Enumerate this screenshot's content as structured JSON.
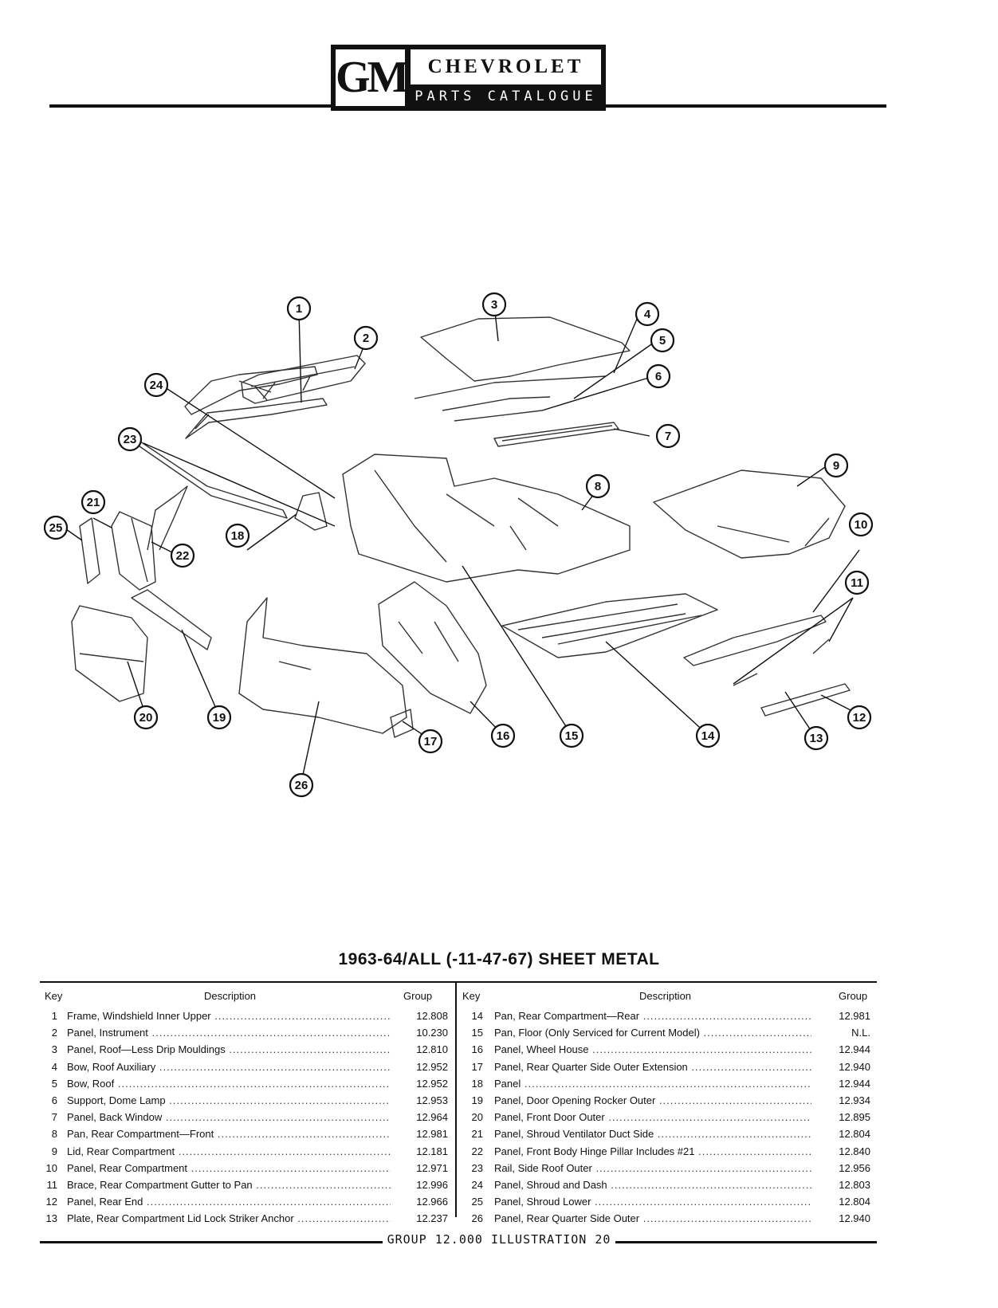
{
  "header": {
    "logo_gm": "GM",
    "brand": "CHEVROLET",
    "subtitle": "PARTS CATALOGUE"
  },
  "diagram": {
    "callouts": [
      "1",
      "2",
      "3",
      "4",
      "5",
      "6",
      "7",
      "8",
      "9",
      "10",
      "11",
      "12",
      "13",
      "14",
      "15",
      "16",
      "17",
      "18",
      "19",
      "20",
      "21",
      "22",
      "23",
      "24",
      "25",
      "26"
    ]
  },
  "title": "1963-64/ALL (-11-47-67) SHEET METAL",
  "table": {
    "headers": {
      "key": "Key",
      "description": "Description",
      "group": "Group"
    },
    "left": [
      {
        "key": "1",
        "description": "Frame, Windshield Inner Upper",
        "group": "12.808"
      },
      {
        "key": "2",
        "description": "Panel, Instrument",
        "group": "10.230"
      },
      {
        "key": "3",
        "description": "Panel, Roof—Less Drip Mouldings",
        "group": "12.810"
      },
      {
        "key": "4",
        "description": "Bow, Roof Auxiliary",
        "group": "12.952"
      },
      {
        "key": "5",
        "description": "Bow, Roof",
        "group": "12.952"
      },
      {
        "key": "6",
        "description": "Support, Dome Lamp",
        "group": "12.953"
      },
      {
        "key": "7",
        "description": "Panel, Back Window",
        "group": "12.964"
      },
      {
        "key": "8",
        "description": "Pan, Rear Compartment—Front",
        "group": "12.981"
      },
      {
        "key": "9",
        "description": "Lid, Rear Compartment",
        "group": "12.181"
      },
      {
        "key": "10",
        "description": "Panel, Rear Compartment",
        "group": "12.971"
      },
      {
        "key": "11",
        "description": "Brace, Rear Compartment Gutter to Pan",
        "group": "12.996"
      },
      {
        "key": "12",
        "description": "Panel, Rear End",
        "group": "12.966"
      },
      {
        "key": "13",
        "description": "Plate, Rear Compartment Lid Lock Striker Anchor",
        "group": "12.237"
      }
    ],
    "right": [
      {
        "key": "14",
        "description": "Pan, Rear Compartment—Rear",
        "group": "12.981"
      },
      {
        "key": "15",
        "description": "Pan, Floor (Only Serviced for Current Model)",
        "group": "N.L."
      },
      {
        "key": "16",
        "description": "Panel, Wheel House",
        "group": "12.944"
      },
      {
        "key": "17",
        "description": "Panel, Rear Quarter Side Outer Extension",
        "group": "12.940"
      },
      {
        "key": "18",
        "description": "Panel",
        "group": "12.944"
      },
      {
        "key": "19",
        "description": "Panel, Door Opening Rocker Outer",
        "group": "12.934"
      },
      {
        "key": "20",
        "description": "Panel, Front Door Outer",
        "group": "12.895"
      },
      {
        "key": "21",
        "description": "Panel, Shroud Ventilator Duct Side",
        "group": "12.804"
      },
      {
        "key": "22",
        "description": "Panel, Front Body Hinge Pillar Includes #21",
        "group": "12.840"
      },
      {
        "key": "23",
        "description": "Rail, Side Roof Outer",
        "group": "12.956"
      },
      {
        "key": "24",
        "description": "Panel, Shroud and Dash",
        "group": "12.803"
      },
      {
        "key": "25",
        "description": "Panel, Shroud Lower",
        "group": "12.804"
      },
      {
        "key": "26",
        "description": "Panel, Rear Quarter Side Outer",
        "group": "12.940"
      }
    ]
  },
  "footer": "GROUP 12.000 ILLUSTRATION 20"
}
